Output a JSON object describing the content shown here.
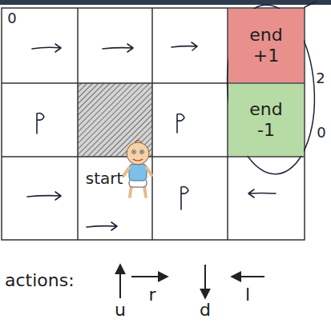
{
  "diagram": {
    "nodes": [
      {
        "text": [
          "end +1"
        ]
      },
      {
        "text": [
          "end -1"
        ]
      },
      {
        "text": [
          "start"
        ]
      }
    ],
    "labels": [
      "0",
      "2",
      "0",
      "actions:",
      "u",
      "r",
      "d",
      "l"
    ]
  }
}
